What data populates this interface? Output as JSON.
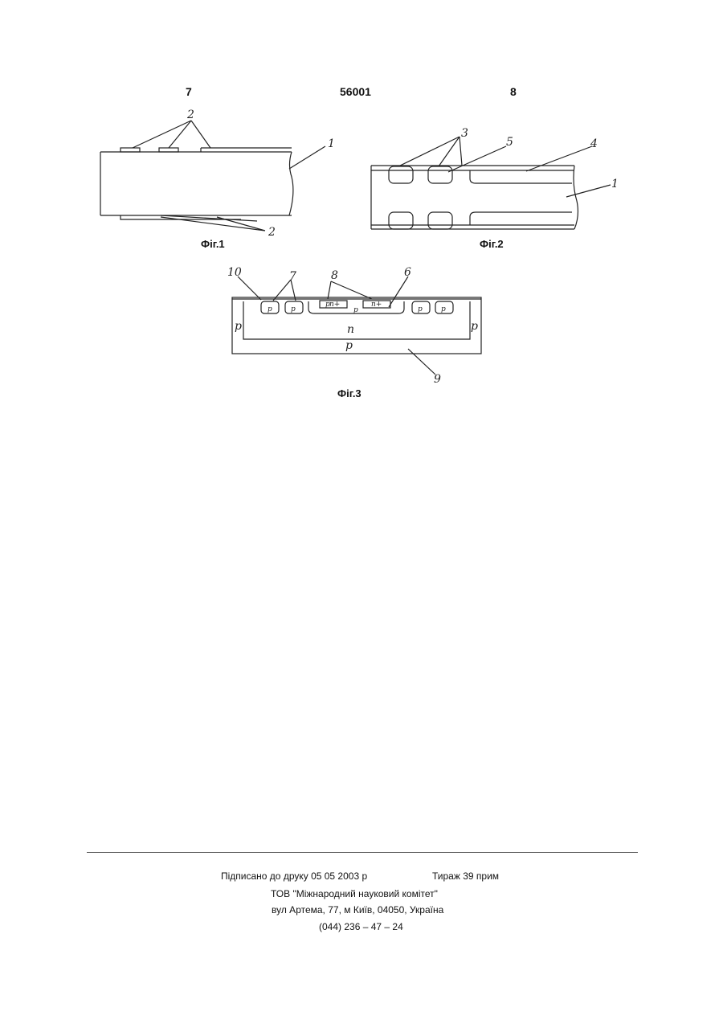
{
  "header": {
    "page_left": "7",
    "patent_no": "56001",
    "page_right": "8"
  },
  "figures": {
    "fig1": {
      "caption": "Фіг.1",
      "labels": [
        "2",
        "1",
        "2"
      ]
    },
    "fig2": {
      "caption": "Фіг.2",
      "labels": [
        "3",
        "5",
        "4",
        "1"
      ]
    },
    "fig3": {
      "caption": "Фіг.3",
      "labels": [
        "10",
        "7",
        "8",
        "6",
        "9"
      ],
      "regions": [
        "p",
        "p",
        "n",
        "p",
        "p",
        "p",
        "p",
        "p",
        "p",
        "p",
        "n+",
        "n+"
      ]
    }
  },
  "footer": {
    "signed": "Підписано до друку 05 05 2003 р",
    "print_run": "Тираж 39 прим",
    "org": "ТОВ \"Міжнародний науковий комітет\"",
    "address": "вул  Артема, 77, м  Київ, 04050, Україна",
    "phone": "(044) 236 – 47 – 24"
  }
}
